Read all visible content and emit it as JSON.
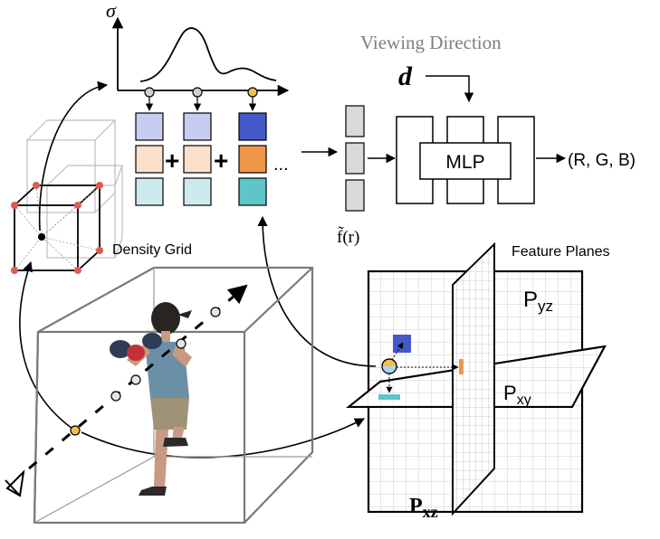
{
  "labels": {
    "sigma": "σ",
    "viewing_direction": "Viewing Direction",
    "d_symbol": "d",
    "mlp": "MLP",
    "output": "(R, G, B)",
    "ellipsis": "...",
    "feature_symbol": "f̃(r)",
    "density_grid": "Density Grid",
    "feature_planes": "Feature Planes",
    "plane_yz": "P",
    "plane_yz_sub": "yz",
    "plane_xy": "P",
    "plane_xy_sub": "xy",
    "plane_xz": "P",
    "plane_xz_sub": "xz",
    "plus": "+"
  },
  "colors": {
    "stroke": "#000000",
    "box_gray": "#d9d9d9",
    "grid_gray": "#cfcfcf",
    "cube_gray": "#7a7a7a",
    "red_dot": "#e05a50",
    "yellow_dot": "#f2c04a",
    "blue_light": "#c5cdf0",
    "peach_light": "#fbe0cc",
    "cyan_light": "#cdebee",
    "blue_dark": "#4459c9",
    "orange": "#f0964a",
    "teal": "#5ec5c8",
    "text_gray": "#7f7f7f"
  }
}
